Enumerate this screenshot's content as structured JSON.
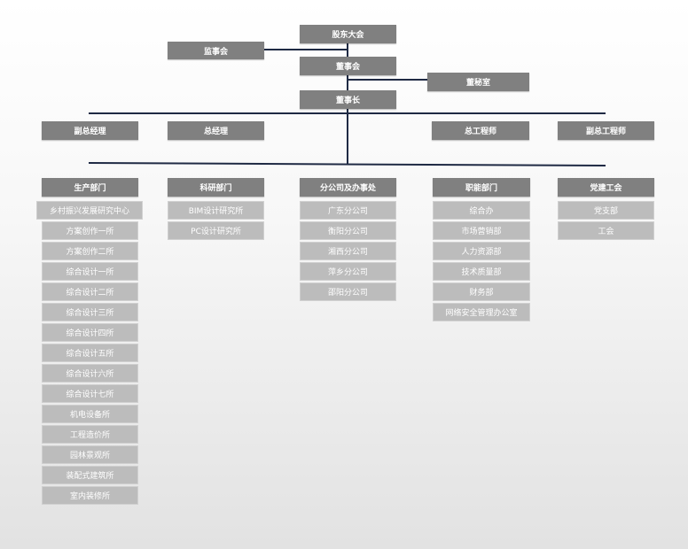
{
  "top": {
    "shareholders": "股东大会",
    "supervisory_board": "监事会",
    "board": "董事会",
    "board_office": "董秘室",
    "chairman": "董事长"
  },
  "executives": [
    "副总经理",
    "总经理",
    "总工程师",
    "副总工程师"
  ],
  "departments": [
    {
      "title": "生产部门",
      "items": [
        "乡村振兴发展研究中心",
        "方案创作一所",
        "方案创作二所",
        "综合设计一所",
        "综合设计二所",
        "综合设计三所",
        "综合设计四所",
        "综合设计五所",
        "综合设计六所",
        "综合设计七所",
        "机电设备所",
        "工程造价所",
        "园林景观所",
        "装配式建筑所",
        "室内装修所"
      ]
    },
    {
      "title": "科研部门",
      "items": [
        "BIM设计研究所",
        "PC设计研究所"
      ]
    },
    {
      "title": "分公司及办事处",
      "items": [
        "广东分公司",
        "衡阳分公司",
        "湘西分公司",
        "萍乡分公司",
        "邵阳分公司"
      ]
    },
    {
      "title": "职能部门",
      "items": [
        "综合办",
        "市场营销部",
        "人力资源部",
        "技术质量部",
        "财务部",
        "网络安全管理办公室"
      ]
    },
    {
      "title": "党建工会",
      "items": [
        "党支部",
        "工会"
      ]
    }
  ],
  "colors": {
    "header_box": "#808080",
    "item_box": "#bcbcbc",
    "connector": "#1f2a44"
  }
}
